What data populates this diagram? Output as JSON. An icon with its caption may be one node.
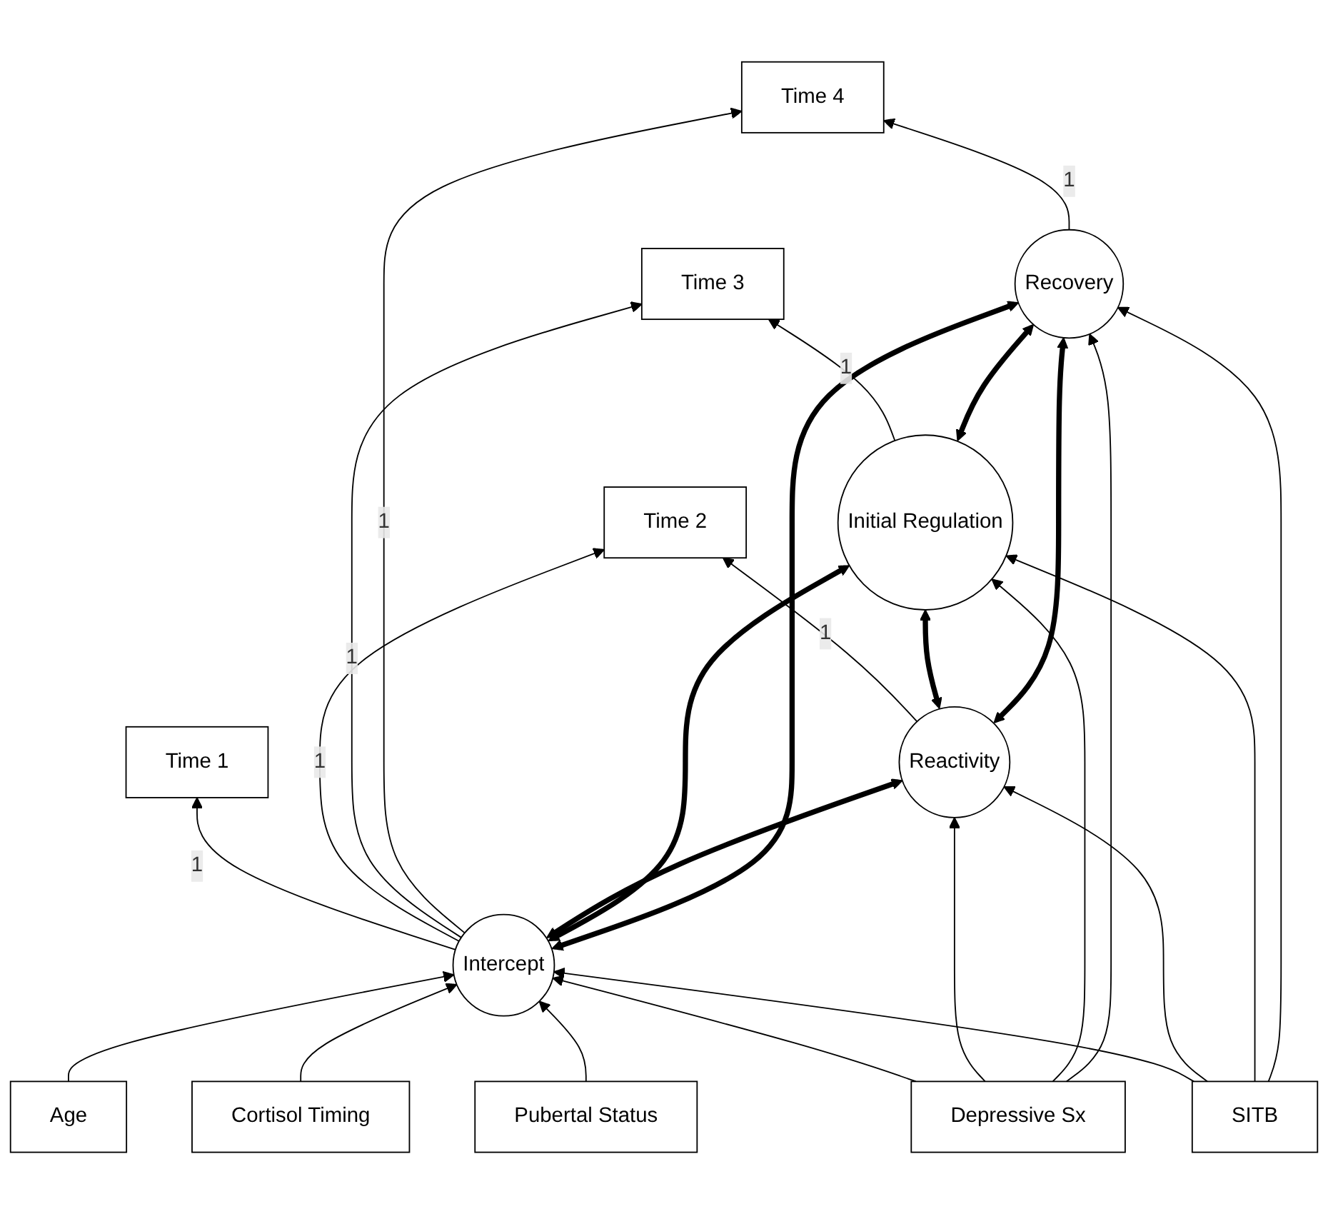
{
  "diagram": {
    "nodes": [
      {
        "text": [
          "Time 1"
        ]
      },
      {
        "text": [
          "Time 2"
        ]
      },
      {
        "text": [
          "Time 3"
        ]
      },
      {
        "text": [
          "Time 4"
        ]
      },
      {
        "text": [
          "Intercept"
        ]
      },
      {
        "text": [
          "Reactivity"
        ]
      },
      {
        "text": [
          "Initial Regulation"
        ]
      },
      {
        "text": [
          "Recovery"
        ]
      },
      {
        "text": [
          "Age"
        ]
      },
      {
        "text": [
          "Cortisol Timing"
        ]
      },
      {
        "text": [
          "Pubertal Status"
        ]
      },
      {
        "text": [
          "Depressive Sx"
        ]
      },
      {
        "text": [
          "SITB"
        ]
      }
    ],
    "edges": [
      {
        "from": 4,
        "to": 0,
        "arrow": "to",
        "label": "1"
      },
      {
        "from": 4,
        "to": 1,
        "arrow": "to",
        "label": "1"
      },
      {
        "from": 4,
        "to": 2,
        "arrow": "to",
        "label": "1"
      },
      {
        "from": 4,
        "to": 3,
        "arrow": "to",
        "label": "1"
      },
      {
        "from": 5,
        "to": 1,
        "arrow": "to",
        "label": "1"
      },
      {
        "from": 6,
        "to": 2,
        "arrow": "to",
        "label": "1"
      },
      {
        "from": 7,
        "to": 3,
        "arrow": "to",
        "label": "1"
      },
      {
        "from": 4,
        "to": 5,
        "arrow": "both",
        "style": "thick"
      },
      {
        "from": 4,
        "to": 6,
        "arrow": "both",
        "style": "thick"
      },
      {
        "from": 4,
        "to": 7,
        "arrow": "both",
        "style": "thick"
      },
      {
        "from": 5,
        "to": 6,
        "arrow": "both",
        "style": "thick"
      },
      {
        "from": 5,
        "to": 7,
        "arrow": "both",
        "style": "thick"
      },
      {
        "from": 6,
        "to": 7,
        "arrow": "both",
        "style": "thick"
      },
      {
        "from": 8,
        "to": 4,
        "arrow": "to"
      },
      {
        "from": 9,
        "to": 4,
        "arrow": "to"
      },
      {
        "from": 10,
        "to": 4,
        "arrow": "to"
      },
      {
        "from": 11,
        "to": 4,
        "arrow": "to"
      },
      {
        "from": 11,
        "to": 5,
        "arrow": "to"
      },
      {
        "from": 11,
        "to": 6,
        "arrow": "to"
      },
      {
        "from": 11,
        "to": 7,
        "arrow": "to"
      },
      {
        "from": 12,
        "to": 4,
        "arrow": "to"
      },
      {
        "from": 12,
        "to": 5,
        "arrow": "to"
      },
      {
        "from": 12,
        "to": 6,
        "arrow": "to"
      },
      {
        "from": 12,
        "to": 7,
        "arrow": "to"
      }
    ]
  }
}
